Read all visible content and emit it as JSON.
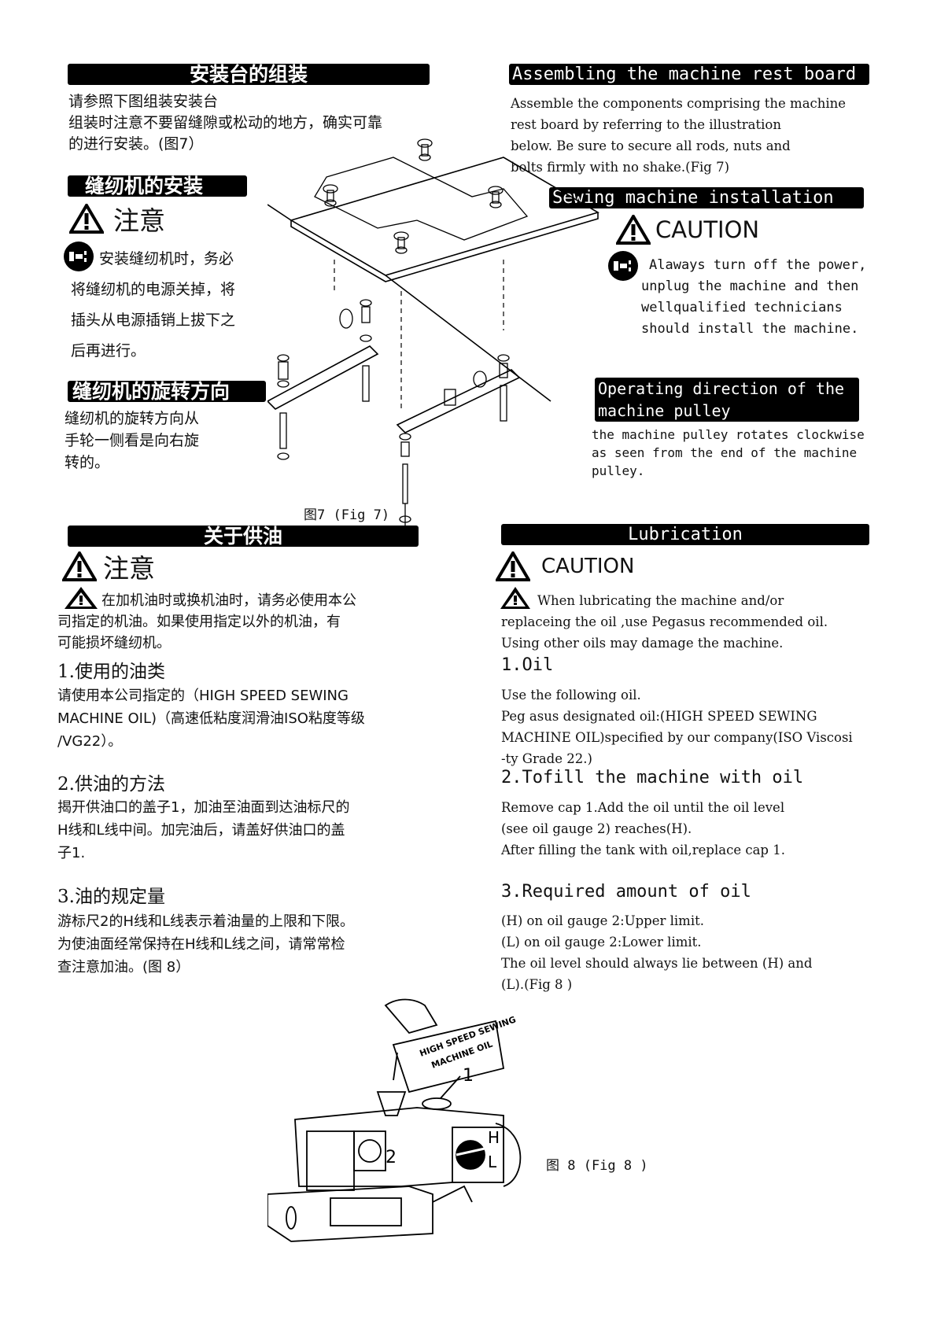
{
  "left": {
    "rest_board": {
      "title": "安装台的组装",
      "lines": [
        "请参照下图组装安装台",
        "组装时注意不要留缝隙或松动的地方，确实可靠",
        "的进行安装。(图7）"
      ]
    },
    "install": {
      "title": "缝纫机的安装",
      "caution": "注意",
      "lines": [
        "安装缝纫机时，务必",
        "将缝纫机的电源关掉，将",
        "插头从电源插销上拔下之",
        "后再进行。"
      ]
    },
    "direction": {
      "title": "缝纫机的旋转方向",
      "lines": [
        "缝纫机的旋转方向从",
        "手轮一侧看是向右旋",
        "转的。"
      ]
    },
    "lubrication": {
      "title": "关于供油",
      "caution": "注意",
      "warning": [
        "在加机油时或换机油时，请务必使用本公",
        "司指定的机油。如果使用指定以外的机油，有",
        "可能损坏缝纫机。"
      ],
      "s1_title": "1.使用的油类",
      "s1_lines": [
        "请使用本公司指定的（HIGH SPEED SEWING",
        "MACHINE OIL)（高速低粘度润滑油ISO粘度等级",
        "/VG22）。"
      ],
      "s2_title": "2.供油的方法",
      "s2_lines": [
        "揭开供油口的盖子1，加油至油面到达油标尺的",
        "H线和L线中间。加完油后，请盖好供油口的盖",
        "子1."
      ],
      "s3_title": "3.油的规定量",
      "s3_lines": [
        "游标尺2的H线和L线表示着油量的上限和下限。",
        "为使油面经常保持在H线和L线之间，请常常检",
        "查注意加油。(图 8）"
      ]
    }
  },
  "right": {
    "rest_board": {
      "title": "Assembling the machine rest board",
      "lines": [
        "Assemble the components comprising the machine",
        "rest board by referring to the illustration",
        "below. Be sure to secure all rods, nuts and",
        "bolts firmly with no shake.(Fig 7)"
      ]
    },
    "install": {
      "title": "Sewing machine installation",
      "caution": "CAUTION",
      "lines": [
        "Alaways turn off the power,",
        "unplug the machine and then",
        "wellqualified technicians",
        "should install the machine."
      ]
    },
    "direction": {
      "title_lines": [
        "Operating direction of the",
        "machine pulley"
      ],
      "lines": [
        "the machine pulley rotates clockwise",
        "as seen from the end of the machine",
        "pulley."
      ]
    },
    "lubrication": {
      "title": "Lubrication",
      "caution": "CAUTION",
      "warning": [
        "When lubricating the machine and/or",
        "replaceing the oil ,use Pegasus recommended oil.",
        "Using other oils may damage the machine."
      ],
      "s1_title": "1.Oil",
      "s1_lines": [
        "Use the following oil.",
        "Peg asus designated oil:(HIGH SPEED SEWING",
        "MACHINE OIL)specified by our company(ISO Viscosi",
        "-ty Grade 22.)"
      ],
      "s2_title": "2.Tofill the machine with oil",
      "s2_lines": [
        "Remove cap 1.Add the oil until the oil level",
        "(see oil gauge 2) reaches(H).",
        "After filling the tank with oil,replace cap 1."
      ],
      "s3_title": "3.Required amount of oil",
      "s3_lines": [
        "(H) on oil gauge 2:Upper limit.",
        "(L) on oil gauge 2:Lower limit.",
        "The oil level should always lie between (H) and",
        "(L).(Fig 8 )"
      ]
    }
  },
  "figures": {
    "fig7_caption": "图7 (Fig 7)",
    "fig8_caption": "图 8 (Fig 8 )",
    "fig8_can_label_1": "HIGH SPEED SEWING",
    "fig8_can_label_2": "MACHINE OIL",
    "fig8_callout_1": "1",
    "fig8_callout_2": "2",
    "fig8_gauge_h": "H",
    "fig8_gauge_l": "L"
  },
  "icons": {
    "warning": "warning-triangle-icon",
    "unplug": "unplug-power-icon"
  }
}
